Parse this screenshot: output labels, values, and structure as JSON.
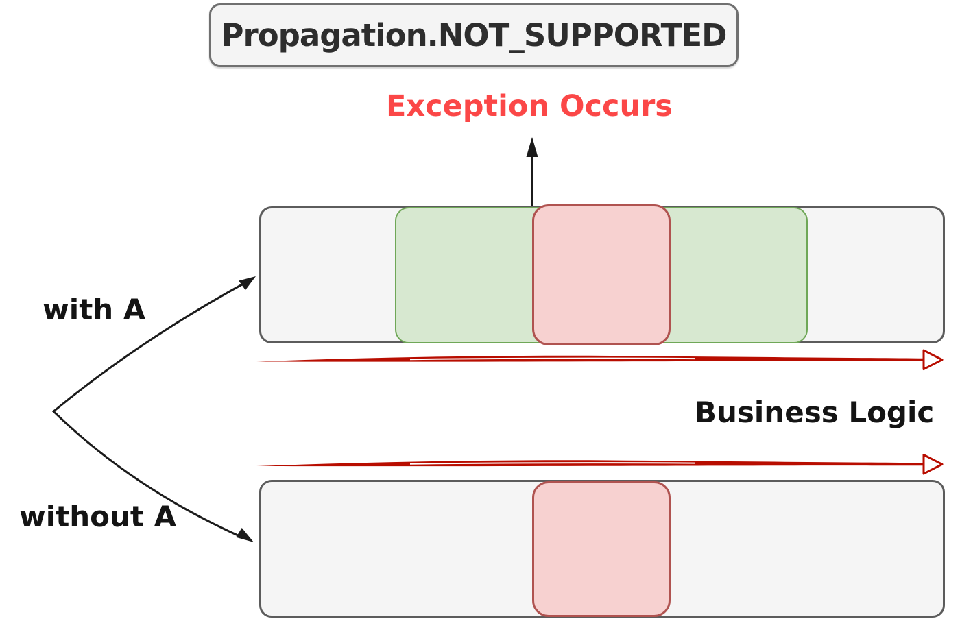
{
  "header": {
    "title": "Propagation.NOT_SUPPORTED"
  },
  "labels": {
    "exception": "Exception Occurs",
    "business_logic": "Business Logic"
  },
  "branches": [
    {
      "label": "with A",
      "target": "transaction-bar-with-a"
    },
    {
      "label": "without A",
      "target": "transaction-bar-without-a"
    }
  ],
  "icons": {
    "exception_up_arrow": "up-arrow-icon",
    "timeline_arrows": "right-arrow-icon",
    "branch_arrows": "fork-arrow-icon"
  },
  "colors": {
    "bar_fill": "#f5f5f5",
    "bar_border": "#5c5c5c",
    "suspended_fill": "#d7e8d0",
    "suspended_border": "#6fa757",
    "exception_fill": "#f7d1d0",
    "exception_border": "#b05350",
    "timeline_arrow_red": "#b80d00",
    "exception_text_red": "#fb4747",
    "ink_black": "#1b1b1b"
  }
}
